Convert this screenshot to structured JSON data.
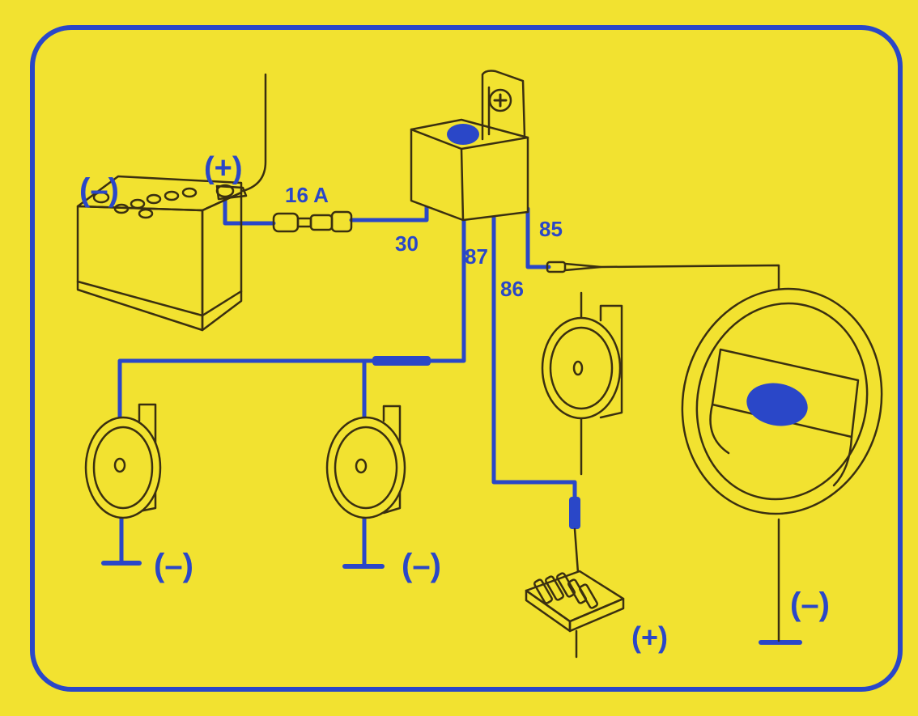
{
  "colors": {
    "background": "#f2e230",
    "wire": "#2a47c8",
    "outline": "#3a2f10"
  },
  "labels": {
    "battery_negative": "(–)",
    "battery_positive": "(+)",
    "fuse": "16 A",
    "pin_30": "30",
    "pin_87": "87",
    "pin_86": "86",
    "pin_85": "85",
    "ground_horn_left": "(–)",
    "ground_horn_middle": "(–)",
    "fuse_box_positive": "(+)",
    "ground_steering": "(–)"
  },
  "icons": {
    "relay_terminal": "plus-symbol"
  }
}
